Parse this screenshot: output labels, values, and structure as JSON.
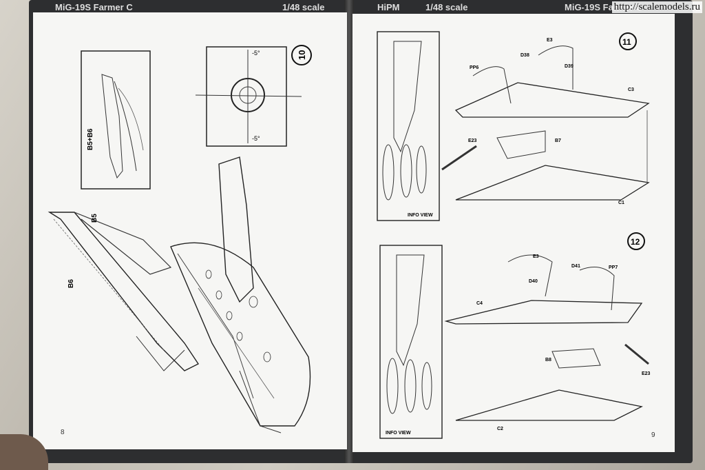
{
  "header": {
    "left_title": "MiG-19S Farmer C",
    "left_scale": "1/48 scale",
    "right_brand": "HiPM",
    "right_scale": "1/48 scale",
    "right_title": "MiG-19S Farmer C"
  },
  "watermark": "http://scalemodels.ru",
  "left_page": {
    "page_number": "8",
    "step": "10",
    "labels": [
      "B5+B6",
      "B5",
      "B6",
      "-5°",
      "-5°"
    ]
  },
  "right_page": {
    "page_number": "9",
    "step_11": {
      "number": "11",
      "info_label": "INFO VIEW",
      "parts": [
        "PP6",
        "D38",
        "E3",
        "D39",
        "C3",
        "E23",
        "B7",
        "C1"
      ]
    },
    "step_12": {
      "number": "12",
      "info_label": "INFO VIEW",
      "parts": [
        "E3",
        "D41",
        "PP7",
        "D40",
        "C4",
        "B8",
        "E23",
        "C2"
      ]
    }
  }
}
